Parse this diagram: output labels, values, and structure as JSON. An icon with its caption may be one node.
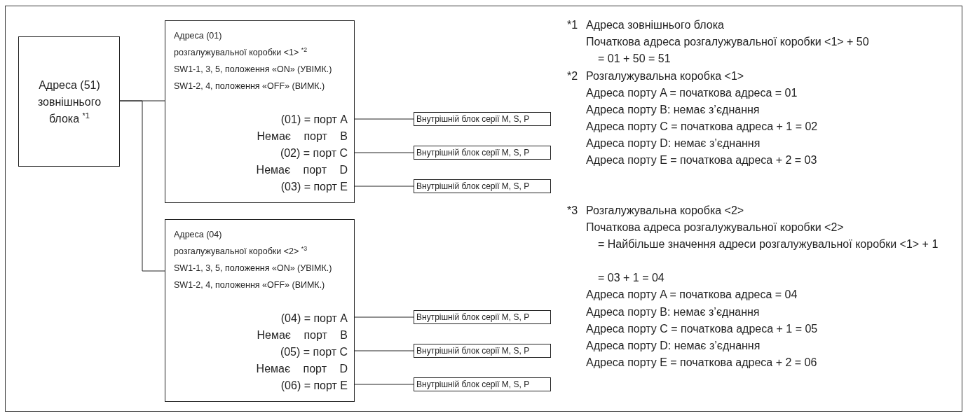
{
  "diagram": {
    "nodes": [
      {
        "text": [
          "Адреса (51) зовнішнього блока $^{*1}$"
        ]
      },
      {
        "text": [
          "Адреса (01)",
          "розгалужувальної коробки <1> $^{*2}$",
          "SW1-1, 3, 5, положення «ON» (УВІМК.)",
          "SW1-2, 4, положення «OFF» (ВИМК.)",
          "(01) = порт A",
          "Немає порт B",
          "(02) = порт C",
          "Немає порт D",
          "(03) = порт E"
        ]
      },
      {
        "text": [
          "Внутрішній блок серії M, S, P"
        ]
      },
      {
        "text": [
          "Внутрішній блок серії M, S, P"
        ]
      },
      {
        "text": [
          "Внутрішній блок серії M, S, P"
        ]
      },
      {
        "text": [
          "Адреса (04)",
          "розгалужувальної коробки <2> $^{*3}$",
          "SW1-1, 3, 5, положення «ON» (УВІМК.)",
          "SW1-2, 4, положення «OFF» (ВИМК.)",
          "(04) = порт A",
          "Немає порт B",
          "(05) = порт C",
          "Немає порт D",
          "(06) = порт E"
        ]
      },
      {
        "text": [
          "Внутрішній блок серії M, S, P"
        ]
      },
      {
        "text": [
          "Внутрішній блок серії M, S, P"
        ]
      },
      {
        "text": [
          "Внутрішній блок серії M, S, P"
        ]
      }
    ],
    "edges": [
      {
        "from": 0,
        "to": 1,
        "arrow": "none"
      },
      {
        "from": 0,
        "to": 5,
        "arrow": "none"
      },
      {
        "from": 1,
        "to": 2,
        "arrow": "none"
      },
      {
        "from": 1,
        "to": 3,
        "arrow": "none"
      },
      {
        "from": 1,
        "to": 4,
        "arrow": "none"
      },
      {
        "from": 5,
        "to": 6,
        "arrow": "none"
      },
      {
        "from": 5,
        "to": 7,
        "arrow": "none"
      },
      {
        "from": 5,
        "to": 8,
        "arrow": "none"
      }
    ],
    "labels": [
      "*1",
      "Адреса зовнішнього блока",
      "Початкова адреса розгалужувальної коробки <1> + 50",
      "= 01 + 50 = 51",
      "*2",
      "Розгалужувальна коробка <1>",
      "Адреса порту A = початкова адреса = 01",
      "Адреса порту B: немає з’єднання",
      "Адреса порту C = початкова адреса + 1 = 02",
      "Адреса порту D: немає з’єднання",
      "Адреса порту E = початкова адреса + 2 = 03",
      "*3",
      "Розгалужувальна коробка <2>",
      "Початкова адреса розгалужувальної коробки <2>",
      "= Найбільше значення адреси розгалужувальної коробки <1> + 1",
      "= 03 + 1 = 04",
      "Адреса порту A = початкова адреса = 04",
      "Адреса порту B: немає з’єднання",
      "Адреса порту C = початкова адреса + 1 = 05",
      "Адреса порту D: немає з’єднання",
      "Адреса порту E = початкова адреса + 2 = 06"
    ]
  }
}
